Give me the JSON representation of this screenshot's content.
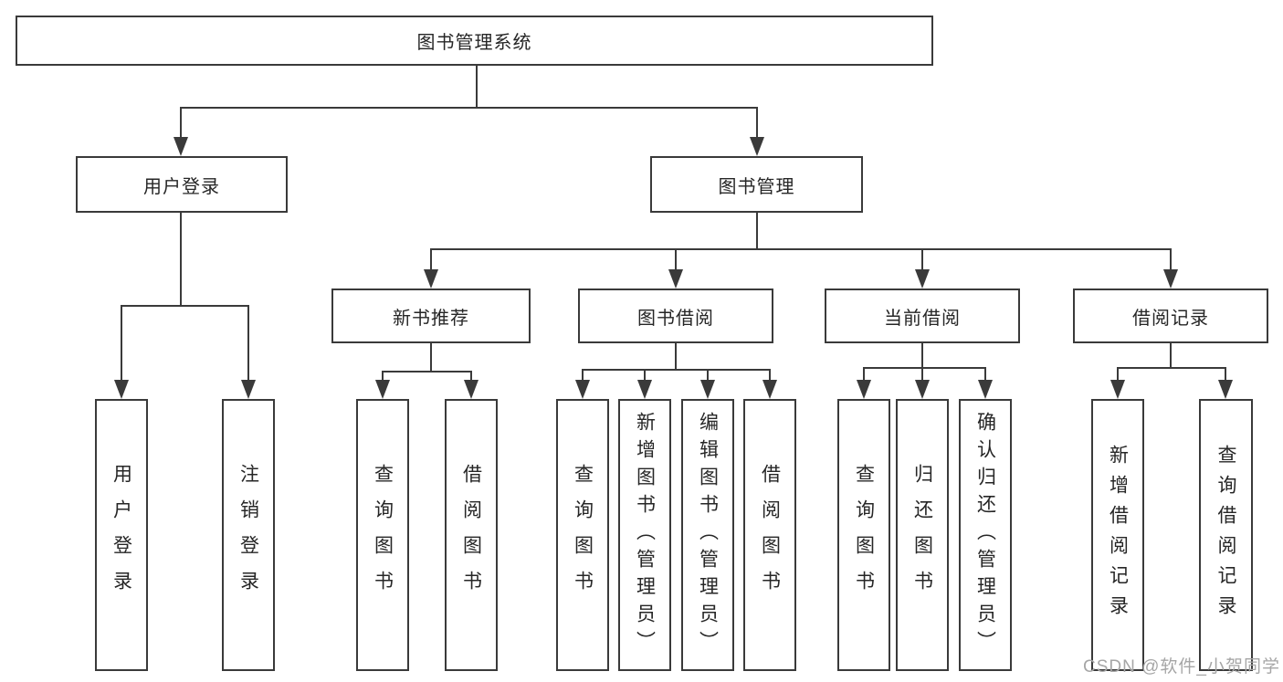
{
  "diagram": {
    "root": {
      "label": "图书管理系统"
    },
    "level2": [
      {
        "label": "用户登录",
        "parent": "图书管理系统"
      },
      {
        "label": "图书管理",
        "parent": "图书管理系统"
      }
    ],
    "level3": [
      {
        "label": "新书推荐",
        "parent": "图书管理"
      },
      {
        "label": "图书借阅",
        "parent": "图书管理"
      },
      {
        "label": "当前借阅",
        "parent": "图书管理"
      },
      {
        "label": "借阅记录",
        "parent": "图书管理"
      }
    ],
    "leaves": [
      {
        "label": "用户登录",
        "parent": "用户登录"
      },
      {
        "label": "注销登录",
        "parent": "用户登录"
      },
      {
        "label": "查询图书",
        "parent": "新书推荐"
      },
      {
        "label": "借阅图书",
        "parent": "新书推荐"
      },
      {
        "label": "查询图书",
        "parent": "图书借阅"
      },
      {
        "label": "新增图书（管理员）",
        "parent": "图书借阅"
      },
      {
        "label": "编辑图书（管理员）",
        "parent": "图书借阅"
      },
      {
        "label": "借阅图书",
        "parent": "图书借阅"
      },
      {
        "label": "查询图书",
        "parent": "当前借阅"
      },
      {
        "label": "归还图书",
        "parent": "当前借阅"
      },
      {
        "label": "确认归还（管理员）",
        "parent": "当前借阅"
      },
      {
        "label": "新增借阅记录",
        "parent": "借阅记录"
      },
      {
        "label": "查询借阅记录",
        "parent": "借阅记录"
      }
    ]
  },
  "watermark": {
    "text": "CSDN @软件_小贺同学"
  },
  "colors": {
    "line": "#3a3a3a",
    "text": "#262626",
    "watermark": "#a6a6a6",
    "background": "#ffffff"
  }
}
